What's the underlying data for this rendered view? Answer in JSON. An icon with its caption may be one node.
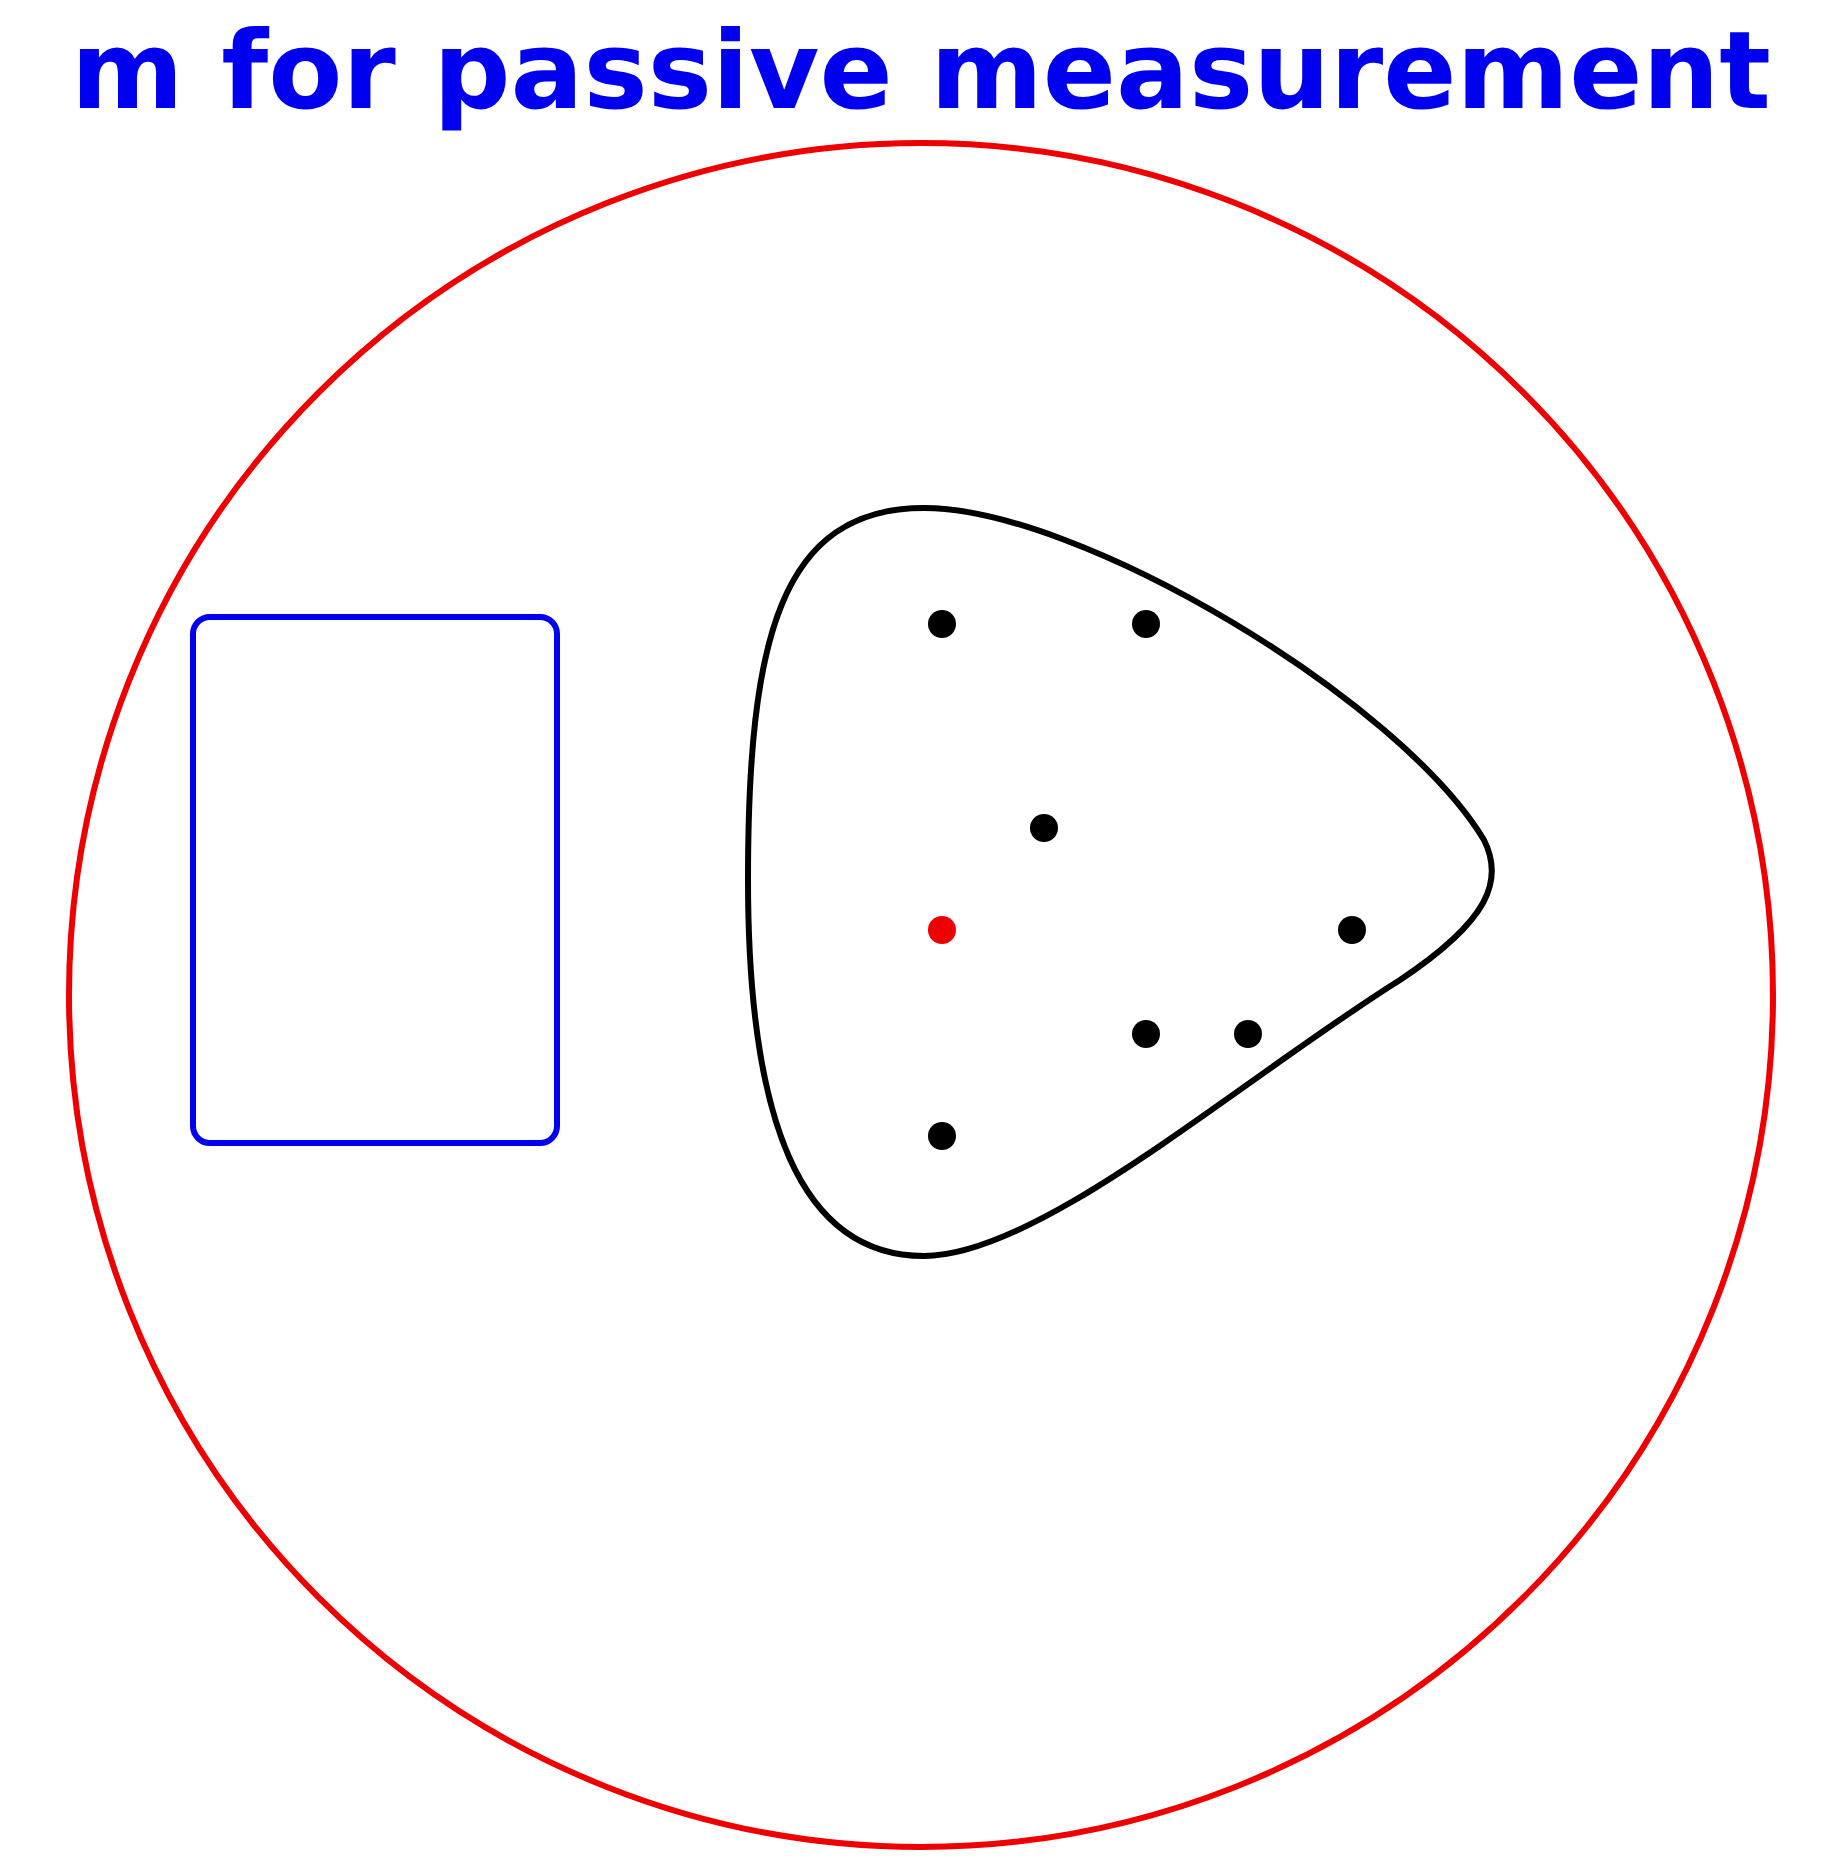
{
  "diagram": {
    "title": "m for passive measurement",
    "nodes": [
      {
        "text": [],
        "shape": "circle"
      },
      {
        "text": [],
        "shape": "box",
        "in": 0
      },
      {
        "text": [],
        "shape": "blob",
        "in": 0
      },
      {
        "text": [],
        "shape": "circle",
        "in": 2
      },
      {
        "text": [],
        "shape": "circle",
        "in": 2
      },
      {
        "text": [],
        "shape": "circle",
        "in": 2
      },
      {
        "text": [],
        "shape": "circle",
        "in": 2
      },
      {
        "text": [],
        "shape": "circle",
        "in": 2
      },
      {
        "text": [],
        "shape": "circle",
        "in": 2
      },
      {
        "text": [],
        "shape": "circle",
        "in": 2
      },
      {
        "text": [],
        "shape": "circle",
        "in": 2
      }
    ],
    "edges": []
  }
}
